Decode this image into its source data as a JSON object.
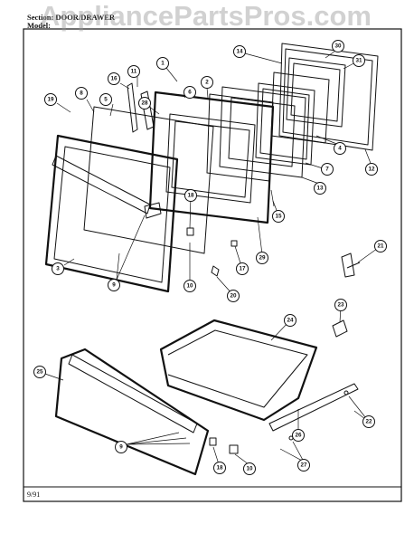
{
  "header": {
    "section_line": "Section: DOOR/DRAWER",
    "model_line": "Model: "
  },
  "watermark": "AppliancePartsPros.com",
  "footer": {
    "date": "9/91"
  },
  "callouts": [
    {
      "id": "c1",
      "label": "1"
    },
    {
      "id": "c2",
      "label": "2"
    },
    {
      "id": "c3",
      "label": "3"
    },
    {
      "id": "c4",
      "label": "4"
    },
    {
      "id": "c5",
      "label": "5"
    },
    {
      "id": "c6",
      "label": "6"
    },
    {
      "id": "c7",
      "label": "7"
    },
    {
      "id": "c8",
      "label": "8"
    },
    {
      "id": "c9",
      "label": "9"
    },
    {
      "id": "c9b",
      "label": "9"
    },
    {
      "id": "c10",
      "label": "10"
    },
    {
      "id": "c10b",
      "label": "10"
    },
    {
      "id": "c11",
      "label": "11"
    },
    {
      "id": "c12",
      "label": "12"
    },
    {
      "id": "c13",
      "label": "13"
    },
    {
      "id": "c14",
      "label": "14"
    },
    {
      "id": "c15",
      "label": "15"
    },
    {
      "id": "c16",
      "label": "16"
    },
    {
      "id": "c17",
      "label": "17"
    },
    {
      "id": "c18",
      "label": "18"
    },
    {
      "id": "c18b",
      "label": "18"
    },
    {
      "id": "c19",
      "label": "19"
    },
    {
      "id": "c20",
      "label": "20"
    },
    {
      "id": "c21",
      "label": "21"
    },
    {
      "id": "c22",
      "label": "22"
    },
    {
      "id": "c23",
      "label": "23"
    },
    {
      "id": "c24",
      "label": "24"
    },
    {
      "id": "c25",
      "label": "25"
    },
    {
      "id": "c26",
      "label": "26"
    },
    {
      "id": "c27",
      "label": "27"
    },
    {
      "id": "c28",
      "label": "28"
    },
    {
      "id": "c29",
      "label": "29"
    },
    {
      "id": "c30",
      "label": "30"
    },
    {
      "id": "c31",
      "label": "31"
    }
  ]
}
